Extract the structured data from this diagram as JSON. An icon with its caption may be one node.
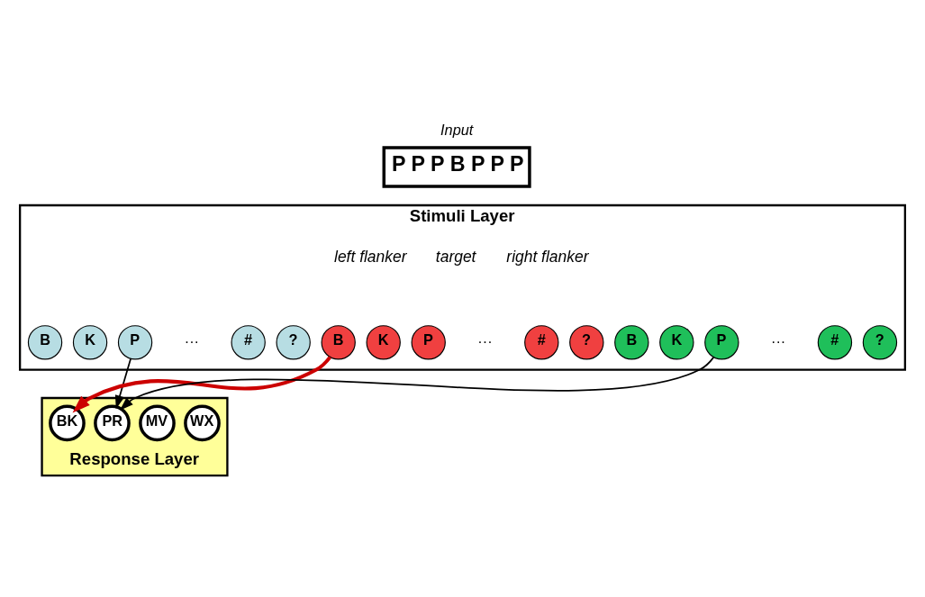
{
  "diagram": {
    "nodes": [
      {
        "text": [
          "Input",
          "P P P B P P P"
        ]
      },
      {
        "text": [
          "Stimuli Layer"
        ]
      },
      {
        "text": [
          "B"
        ],
        "in": 1
      },
      {
        "text": [
          "K"
        ],
        "in": 1
      },
      {
        "text": [
          "P"
        ],
        "in": 1
      },
      {
        "text": [
          "#"
        ],
        "in": 1
      },
      {
        "text": [
          "?"
        ],
        "in": 1
      },
      {
        "text": [
          "B"
        ],
        "in": 1
      },
      {
        "text": [
          "K"
        ],
        "in": 1
      },
      {
        "text": [
          "P"
        ],
        "in": 1
      },
      {
        "text": [
          "#"
        ],
        "in": 1
      },
      {
        "text": [
          "?"
        ],
        "in": 1
      },
      {
        "text": [
          "B"
        ],
        "in": 1
      },
      {
        "text": [
          "K"
        ],
        "in": 1
      },
      {
        "text": [
          "P"
        ],
        "in": 1
      },
      {
        "text": [
          "#"
        ],
        "in": 1
      },
      {
        "text": [
          "?"
        ],
        "in": 1
      },
      {
        "text": [
          "Response Layer"
        ]
      },
      {
        "text": [
          "BK"
        ],
        "in": 17
      },
      {
        "text": [
          "PR"
        ],
        "in": 17
      },
      {
        "text": [
          "MV"
        ],
        "in": 17
      },
      {
        "text": [
          "WX"
        ],
        "in": 17
      }
    ],
    "edges": [
      {
        "from": 4,
        "to": 19,
        "arrow": "to"
      },
      {
        "from": 7,
        "to": 18,
        "arrow": "to",
        "style": "thick",
        "color": "#cc0000"
      },
      {
        "from": 14,
        "to": 19,
        "arrow": "to"
      }
    ],
    "labels": [
      "left flanker",
      "target",
      "right flanker",
      "···",
      "···",
      "···"
    ]
  }
}
